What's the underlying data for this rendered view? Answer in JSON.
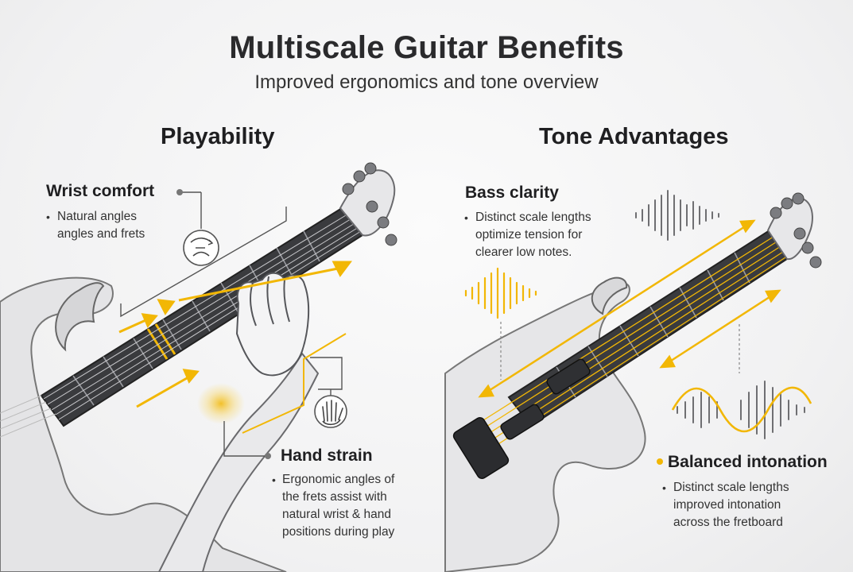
{
  "header": {
    "title": "Multiscale Guitar Benefits",
    "subtitle": "Improved ergonomics and tone overview"
  },
  "sections": {
    "left": "Playability",
    "right": "Tone Advantages"
  },
  "callouts": {
    "wrist": {
      "title": "Wrist comfort",
      "lines": [
        "Natural angles",
        "angles and frets"
      ]
    },
    "hand": {
      "title": "Hand strain",
      "lines": [
        "Ergonomic angles of",
        "the frets assist with",
        "natural wrist & hand",
        "positions during play"
      ]
    },
    "bass": {
      "title": "Bass clarity",
      "lines": [
        "Distinct scale lengths",
        "optimize tension for",
        "clearer low notes."
      ]
    },
    "intonation": {
      "title": "Balanced intonation",
      "lines": [
        "Distinct scale lengths",
        "improved intonation",
        "across the fretboard"
      ]
    }
  },
  "bullet_glyph": "•",
  "icons": [
    "wrist-rotation-icon",
    "open-hand-icon"
  ],
  "colors": {
    "accent": "#f2b705",
    "fretboard": "#3a3b3e",
    "text": "#1f1f21",
    "line": "#555555"
  }
}
